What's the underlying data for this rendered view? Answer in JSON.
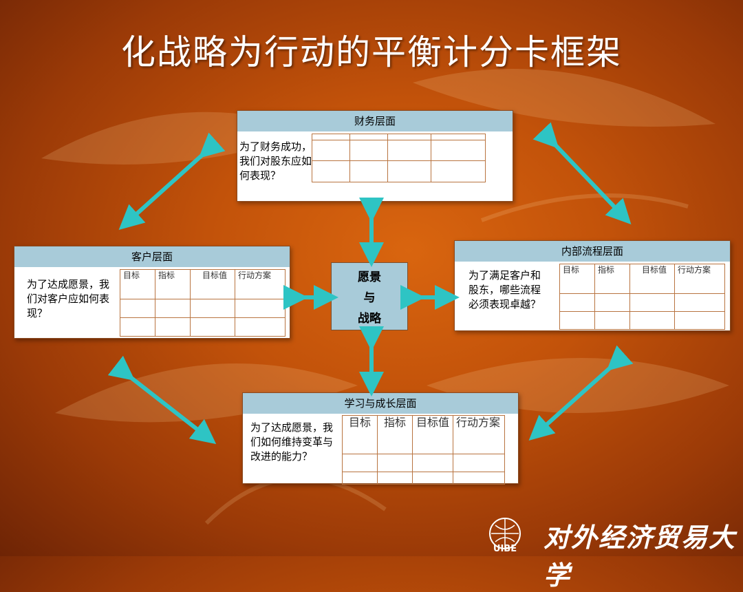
{
  "slide": {
    "title": "化战略为行动的平衡计分卡框架",
    "center": {
      "line1": "愿景",
      "line2": "与",
      "line3": "战略"
    },
    "panels": {
      "finance": {
        "title": "财务层面",
        "question": "为了财务成功，我们对股东应如何表现？"
      },
      "customer": {
        "title": "客户层面",
        "question": "为了达成愿景，我们对客户应如何表现？",
        "columns": [
          "目标",
          "指标",
          "目标值",
          "行动方案"
        ]
      },
      "internal": {
        "title": "内部流程层面",
        "question": "为了满足客户和股东，哪些流程必须表现卓越？",
        "columns": [
          "目标",
          "指标",
          "目标值",
          "行动方案"
        ]
      },
      "learning": {
        "title": "学习与成长层面",
        "question": "为了达成愿景，我们如何维持变革与改进的能力？",
        "columns": [
          "目标",
          "指标",
          "目标值",
          "行动方案"
        ]
      }
    },
    "logo": {
      "emblem_text": "UIBE",
      "name": "对外经济贸易大学"
    },
    "colors": {
      "accent": "#2ec4c4",
      "panel_header": "#a8cbd9",
      "background": "#c2520a"
    }
  }
}
